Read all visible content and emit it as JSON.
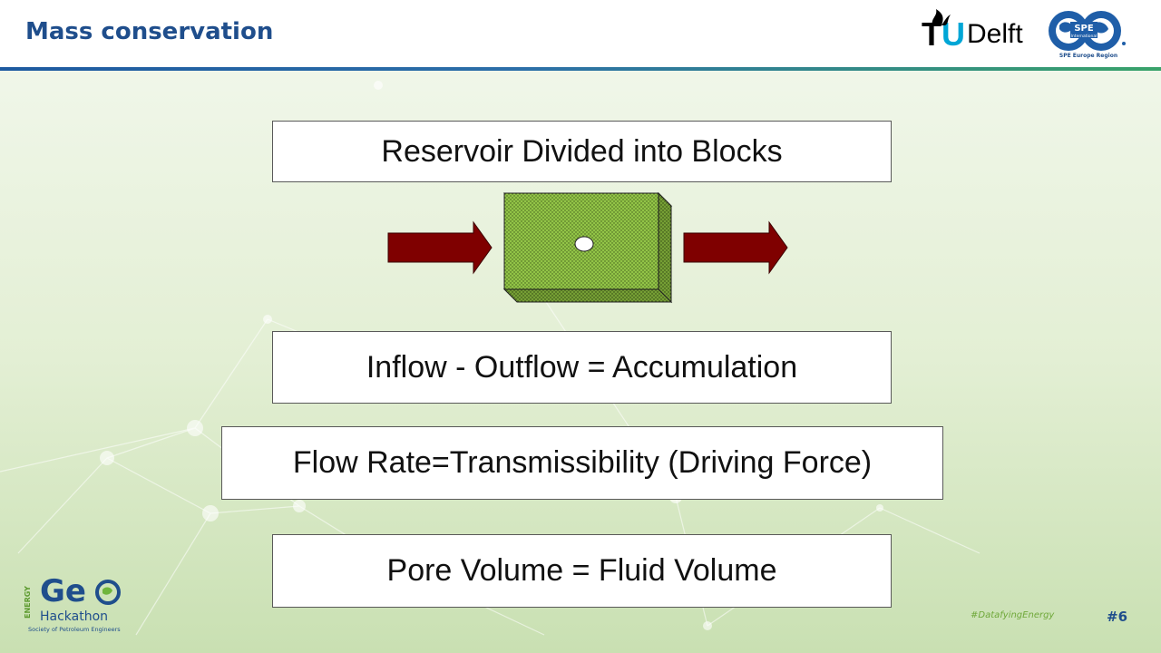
{
  "slide": {
    "title": "Mass conservation",
    "boxes": {
      "reservoir": "Reservoir Divided into Blocks",
      "balance": "Inflow - Outflow = Accumulation",
      "flow_rate": "Flow Rate=Transmissibility (Driving Force)",
      "pore_volume": "Pore Volume = Fluid Volume"
    },
    "hashtag": "#DatafyingEnergy",
    "page_number": "#6"
  },
  "logos": {
    "tudelft": {
      "tu": "TU",
      "delft": "Delft"
    },
    "spe": {
      "text": "SPE",
      "sub": "International",
      "region": "SPE Europe Region"
    },
    "geo": {
      "energy": "ENERGY",
      "word": "Ge",
      "hackathon": "Hackathon",
      "society": "Society of Petroleum Engineers"
    }
  },
  "colors": {
    "title": "#1f4e8c",
    "arrow": "#7f0000",
    "block": "#8fbf3a",
    "accent_green": "#39a36a"
  }
}
